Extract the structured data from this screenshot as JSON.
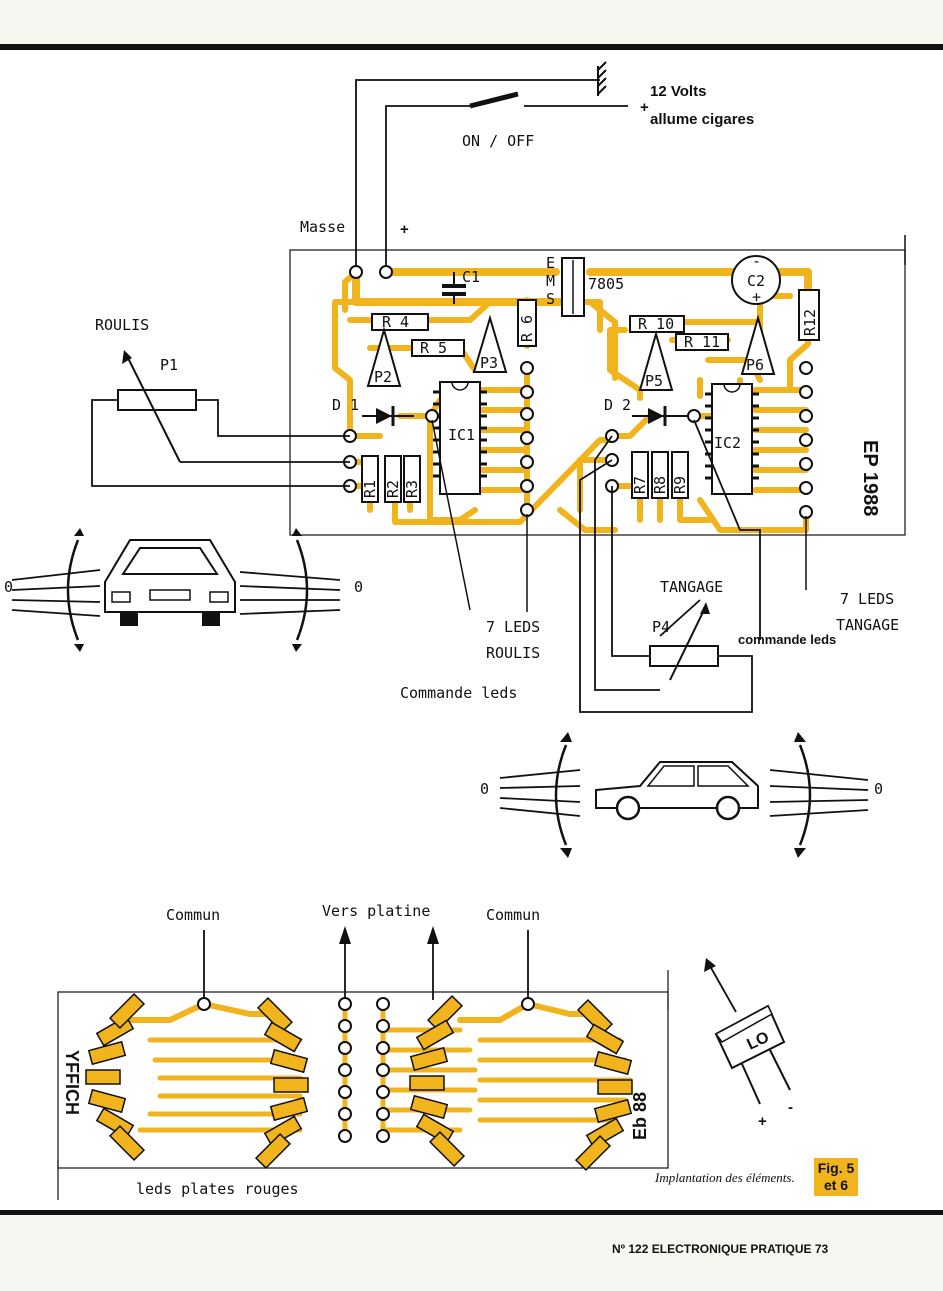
{
  "labels": {
    "volts": "12 Volts",
    "cigar": "allume cigares",
    "onoff": "ON / OFF",
    "masse": "Masse",
    "plus": "+",
    "plus2": "+",
    "c1": "C1",
    "ems_e": "E",
    "ems_m": "M",
    "ems_s": "S",
    "reg": "7805",
    "c2": "C2",
    "c2_minus": "-",
    "c2_plus": "+",
    "r12": "R12",
    "r4": "R 4",
    "r5": "R 5",
    "r6": "R 6",
    "r10": "R 10",
    "r11": "R 11",
    "p2": "P2",
    "p3": "P3",
    "p5": "P5",
    "p6": "P6",
    "ic1": "IC1",
    "ic2": "IC2",
    "d1": "D 1",
    "d2": "D 2",
    "r1": "R1",
    "r2": "R2",
    "r3": "R3",
    "r7": "R7",
    "r8": "R8",
    "r9": "R9",
    "board_id": "EP 1988",
    "roulis": "ROULIS",
    "p1": "P1",
    "zero_l1": "0",
    "zero_r1": "0",
    "leds7_roulis_a": "7 LEDS",
    "leds7_roulis_b": "ROULIS",
    "cmd_leds": "Commande leds",
    "tangage": "TANGAGE",
    "p4": "P4",
    "cmd_leds2": "commande leds",
    "leds7_tang_a": "7 LEDS",
    "leds7_tang_b": "TANGAGE",
    "zero_l2": "0",
    "zero_r2": "0",
    "commun1": "Commun",
    "vers": "Vers  platine",
    "commun2": "Commun",
    "board2_id_left": "YFFICH",
    "board2_id_right": "Eb 88",
    "led_label": "leds  plates  rouges",
    "led_body": "LO",
    "led_plus": "+",
    "led_minus": "-",
    "caption": "Implantation des éléments.",
    "fig1": "Fig. 5",
    "fig2": "et 6",
    "footer": "Nº 122 ELECTRONIQUE PRATIQUE 73"
  },
  "colors": {
    "copper": "#f2b41c",
    "ink": "#111111",
    "paper": "#ffffff"
  }
}
